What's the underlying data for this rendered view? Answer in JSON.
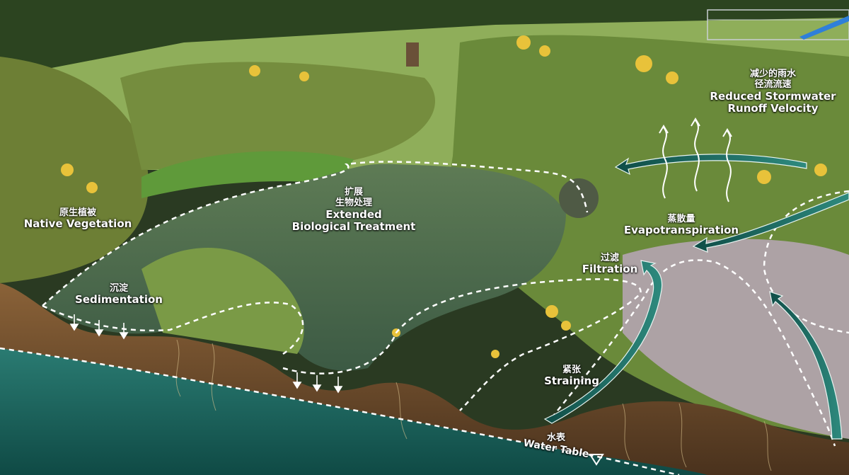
{
  "labels": {
    "native_vegetation": {
      "zh": "原生植被",
      "en": "Native Vegetation"
    },
    "extended_treatment": {
      "zh1": "扩展",
      "zh2": "生物处理",
      "en1": "Extended",
      "en2": "Biological Treatment"
    },
    "sedimentation": {
      "zh": "沉淀",
      "en": "Sedimentation"
    },
    "evapotranspiration": {
      "zh": "蒸散量",
      "en": "Evapotranspiration"
    },
    "filtration": {
      "zh": "过滤",
      "en": "Filtration"
    },
    "straining": {
      "zh": "紧张",
      "en": "Straining"
    },
    "reduced_runoff": {
      "zh1": "减少的雨水",
      "zh2": "径流流速",
      "en1": "Reduced Stormwater",
      "en2": "Runoff Velocity"
    },
    "water_table": {
      "zh": "水表",
      "en": "Water Table"
    }
  },
  "colors": {
    "sky_trees": "#2f4a22",
    "lawn": "#8fae5a",
    "pond": "#4e6b4a",
    "vegetation": "#6e8f3a",
    "goldenrod": "#e8c23a",
    "aster": "#e6d6ea",
    "soil": "#6b4a2c",
    "groundwater": "#1f6d66",
    "arrow_teal": "#1e6b63",
    "dashed": "#ffffff"
  }
}
